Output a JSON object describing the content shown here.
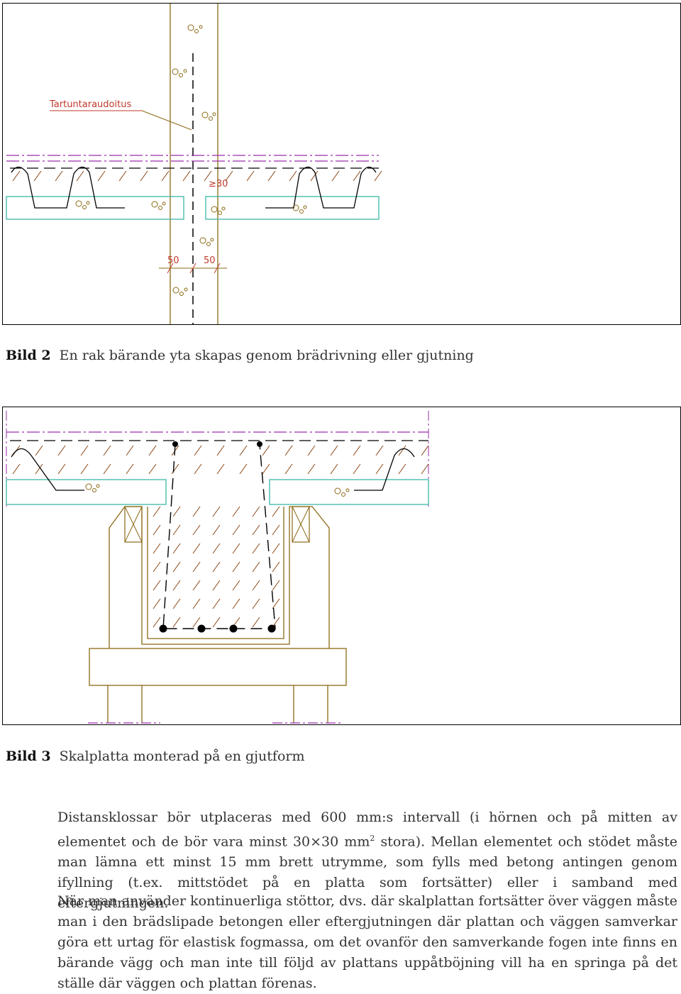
{
  "figure1": {
    "labels": {
      "tartunta": "Tartuntaraudoitus",
      "gap": "≥30",
      "dim_left": "50",
      "dim_right": "50"
    },
    "colors": {
      "timber": "#8b6914",
      "hatch": "#8b4513",
      "dashline": "#9b2fae",
      "slab": "#3ab7a8",
      "label": "#c0392b",
      "rebar": "#000000"
    }
  },
  "caption1": {
    "number": "Bild 2",
    "text": "En rak bärande yta skapas genom brädrivning eller gjutning"
  },
  "caption2": {
    "number": "Bild 3",
    "text": "Skalplatta monterad på en gjutform"
  },
  "paragraph1": {
    "part1": "Distansklossar bör utplaceras med 600 mm:s intervall (i hörnen och på mitten av elementet och de bör vara minst 30×30 mm",
    "sup": "2",
    "part2": " stora). Mellan elementet och stödet måste man lämna ett minst 15 mm brett utrymme, som fylls med betong antingen genom ifyllning (t.ex. mittstödet på en platta som fortsätter) eller i samband med eftergjutningen."
  },
  "paragraph2": {
    "text": "När man använder kontinuerliga stöttor, dvs. där skalplattan fortsätter över väggen måste man i den brädslipade betongen eller eftergjutningen där plattan och väggen samverkar göra ett urtag för elastisk fogmassa, om det ovanför den samverkande fogen inte finns en bärande vägg och man inte till följd av plattans uppåtböjning vill ha en springa på det ställe där väggen och plattan förenas."
  }
}
